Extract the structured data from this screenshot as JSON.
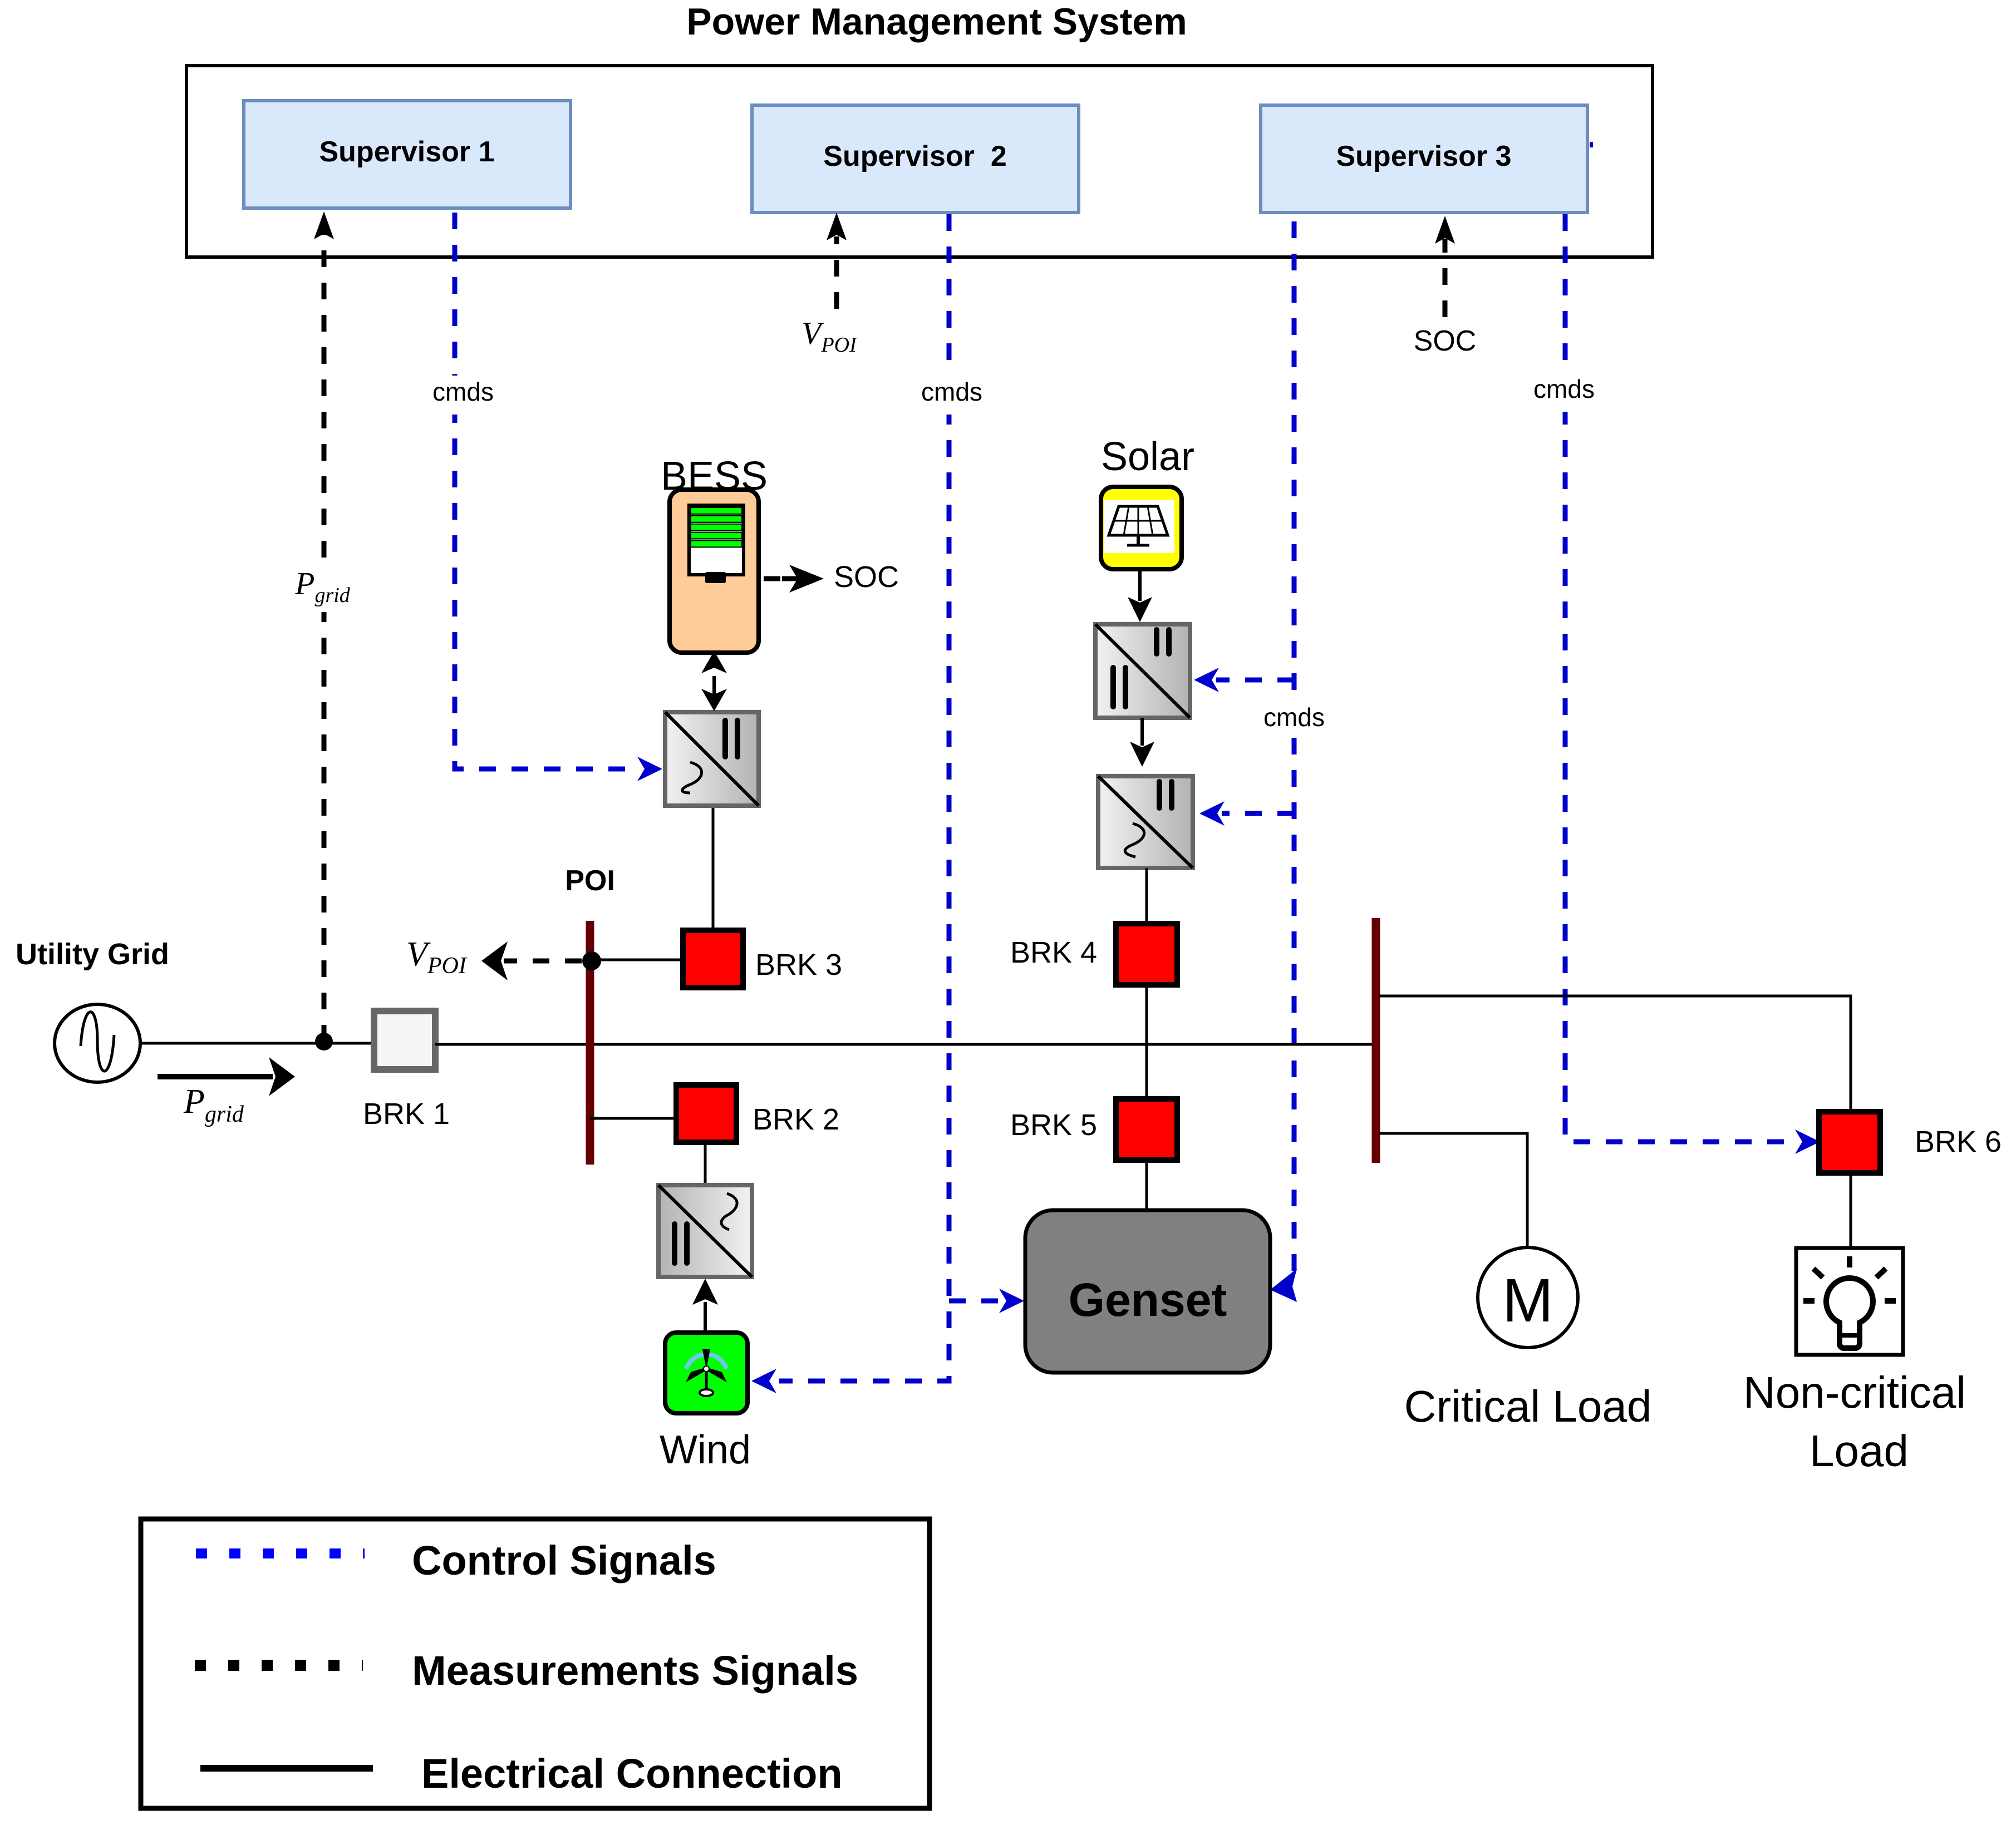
{
  "title": "Power Management System",
  "supervisors": [
    {
      "id": "sup1",
      "label": "Supervisor 1"
    },
    {
      "id": "sup2",
      "label": "Supervisor  2"
    },
    {
      "id": "sup3",
      "label": "Supervisor 3"
    }
  ],
  "signals": {
    "cmds": "cmds",
    "soc": "SOC",
    "v_poi_main": "V",
    "v_poi_sub": "POI",
    "p_grid_main": "P",
    "p_grid_sub": "grid"
  },
  "components": {
    "utility_grid": "Utility Grid",
    "poi": "POI",
    "bess": "BESS",
    "solar": "Solar",
    "wind": "Wind",
    "genset": "Genset",
    "motor_symbol": "M",
    "critical_load": "Critical Load",
    "noncritical_load_line1": "Non-critical",
    "noncritical_load_line2": "Load"
  },
  "breakers": {
    "brk1": "BRK 1",
    "brk2": "BRK 2",
    "brk3": "BRK 3",
    "brk4": "BRK 4",
    "brk5": "BRK 5",
    "brk6": "BRK 6"
  },
  "bess_soc_bars": {
    "filled": 5,
    "total": 8
  },
  "legend": [
    {
      "label": "Control Signals",
      "style": "dashed",
      "color": "#0000ff"
    },
    {
      "label": "Measurements Signals",
      "style": "dashed",
      "color": "#000000"
    },
    {
      "label": "Electrical Connection",
      "style": "solid",
      "color": "#000000"
    }
  ],
  "colors": {
    "control": "#0000cc",
    "measurement": "#000000",
    "bus": "#660000",
    "breaker_closed": "#ff0000",
    "breaker_open": "#f5f5f5",
    "supervisor_fill": "#dae8fc",
    "supervisor_border": "#6c8ebf",
    "bess_fill": "#ffcc99",
    "solar_fill": "#ffff00",
    "wind_fill": "#00ff00",
    "genset_fill": "#808080"
  }
}
